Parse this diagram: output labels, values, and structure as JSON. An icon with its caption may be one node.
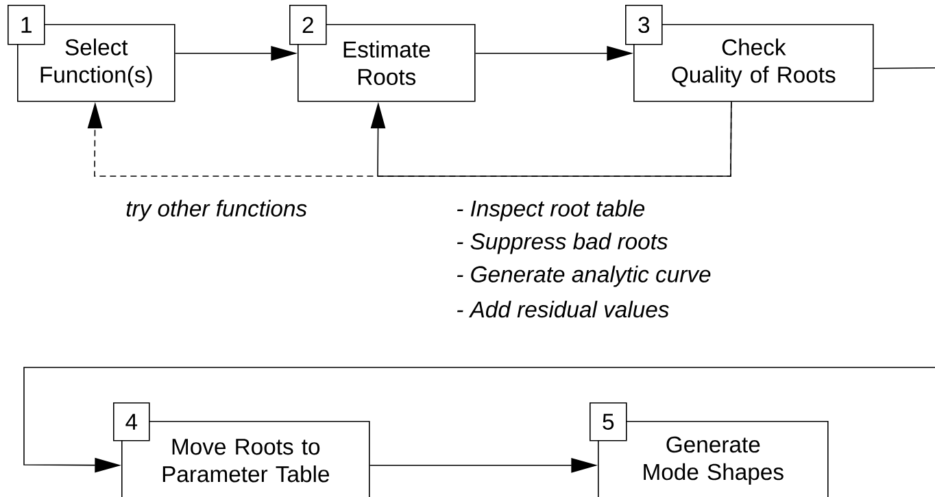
{
  "diagram": {
    "nodes": [
      {
        "text": [
          "1"
        ]
      },
      {
        "text": [
          "Select Function(s)"
        ]
      },
      {
        "text": [
          "2"
        ]
      },
      {
        "text": [
          "Estimate Roots"
        ]
      },
      {
        "text": [
          "3"
        ]
      },
      {
        "text": [
          "Check Quality of Roots"
        ]
      },
      {
        "text": [
          "4"
        ]
      },
      {
        "text": [
          "Move Roots to Parameter Table"
        ]
      },
      {
        "text": [
          "5"
        ]
      },
      {
        "text": [
          "Generate Mode Shapes"
        ]
      }
    ],
    "edges": [
      {
        "from": 1,
        "to": 3,
        "arrow": "to"
      },
      {
        "from": 3,
        "to": 5,
        "arrow": "to"
      },
      {
        "from": 5,
        "to": 7,
        "arrow": "to"
      },
      {
        "from": 5,
        "to": 3,
        "arrow": "to"
      },
      {
        "from": 5,
        "to": 1,
        "arrow": "to",
        "style": "dashed",
        "label": "try other functions"
      },
      {
        "from": 7,
        "to": 9,
        "arrow": "to"
      }
    ],
    "labels": [
      "- Inspect root table",
      "- Suppress bad roots",
      "- Generate analytic curve",
      "- Add residual values"
    ]
  }
}
